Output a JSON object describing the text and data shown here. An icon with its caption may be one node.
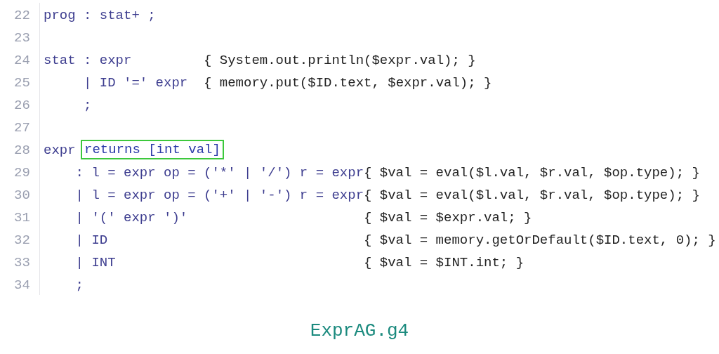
{
  "diagram": {
    "caption": "ExprAG.g4",
    "nodes": [
      {
        "text": [
          "returns [int val]"
        ]
      }
    ],
    "labels": [
      "22",
      "prog : stat+ ;",
      "23",
      "24",
      "stat : expr",
      "{ System.out.println($expr.val); }",
      "25",
      "| ID '=' expr",
      "{ memory.put($ID.text, $expr.val); }",
      "26",
      ";",
      "27",
      "28",
      "expr",
      "29",
      ": l = expr op = ('*' | '/') r = expr",
      "{ $val = eval($l.val, $r.val, $op.type); }",
      "30",
      "| l = expr op = ('+' | '-') r = expr",
      "{ $val = eval($l.val, $r.val, $op.type); }",
      "31",
      "| '(' expr ')'",
      "{ $val = $expr.val; }",
      "32",
      "| ID",
      "{ $val = memory.getOrDefault($ID.text, 0); }",
      "33",
      "| INT",
      "{ $val = $INT.int; }",
      "34",
      ";"
    ]
  }
}
